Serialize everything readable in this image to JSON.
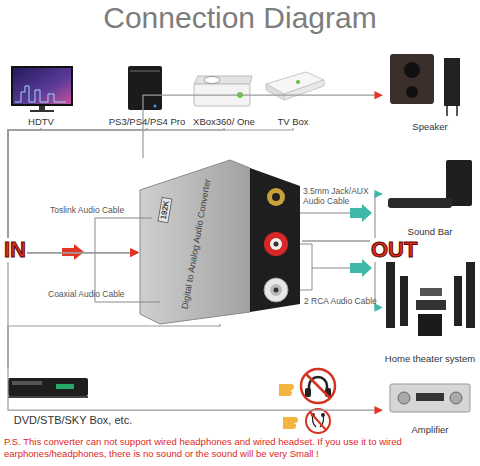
{
  "diagram": {
    "title": "Connection Diagram",
    "nodes": [
      {
        "text": [
          "HDTV"
        ]
      },
      {
        "text": [
          "PS3/PS4/PS4 Pro"
        ]
      },
      {
        "text": [
          "XBox360/ One"
        ]
      },
      {
        "text": [
          "TV Box"
        ]
      },
      {
        "text": [
          "Speaker"
        ]
      },
      {
        "text": [
          "192K",
          "Digital to Analog Audio Converter"
        ]
      },
      {
        "text": [
          "Sound Bar"
        ]
      },
      {
        "text": [
          "Home theater system"
        ]
      },
      {
        "text": [
          "DVD/STB/SKY Box, etc."
        ]
      },
      {
        "text": [
          "Amplifier"
        ]
      }
    ],
    "edges": [
      {
        "from": 0,
        "to": 5,
        "arrow": "to"
      },
      {
        "from": 1,
        "to": 5,
        "arrow": "to"
      },
      {
        "from": 2,
        "to": 5,
        "arrow": "to"
      },
      {
        "from": 3,
        "to": 5,
        "arrow": "to"
      },
      {
        "from": 8,
        "to": 5,
        "arrow": "to"
      },
      {
        "from": 5,
        "to": 4,
        "arrow": "to"
      },
      {
        "from": 5,
        "to": 6,
        "arrow": "to"
      },
      {
        "from": 5,
        "to": 7,
        "arrow": "to"
      },
      {
        "from": 5,
        "to": 9,
        "arrow": "to"
      }
    ],
    "labels": [
      "IN",
      "Toslink Audio Cable",
      "Coaxial Audio Cable",
      "3.5mm Jack/AUX Audio Cable",
      "OUT",
      "2 RCA Audio Cable",
      "P.S. This converter can not support wired headphones and wired headset. If you use it to wired earphones/headphones, there is no sound or the sound will be very Small !"
    ]
  }
}
